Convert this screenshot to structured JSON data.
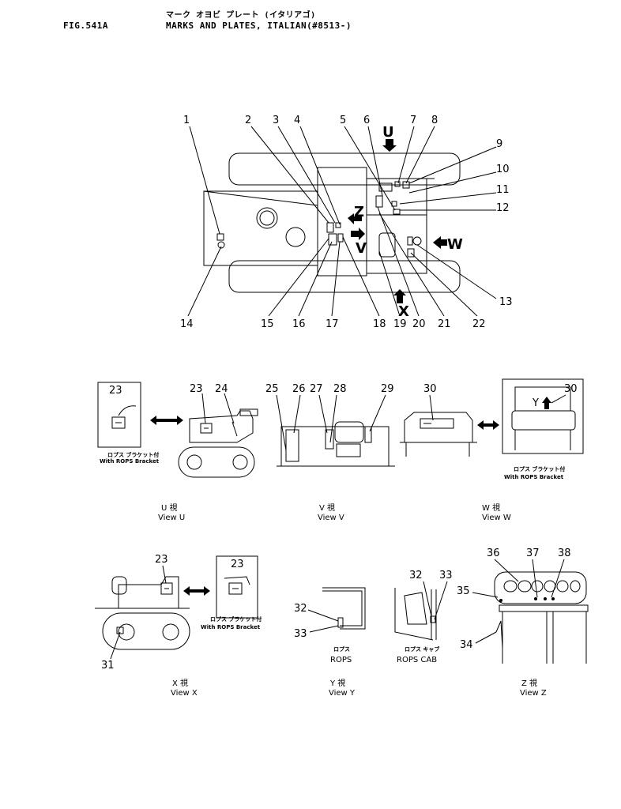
{
  "header": {
    "title_jp": "マーク オヨビ プレート (イタリアゴ)",
    "fig_label": "FIG.541A",
    "title_en": "MARKS AND PLATES, ITALIAN(#8513-)"
  },
  "arrows": {
    "u": "U",
    "z": "Z",
    "v": "V",
    "w": "W",
    "x": "X",
    "y": "Y"
  },
  "callouts": [
    "1",
    "2",
    "3",
    "4",
    "5",
    "6",
    "7",
    "8",
    "9",
    "10",
    "11",
    "12",
    "13",
    "14",
    "15",
    "16",
    "17",
    "18",
    "19",
    "20",
    "21",
    "22",
    "23",
    "24",
    "25",
    "26",
    "27",
    "28",
    "29",
    "30",
    "31",
    "32",
    "33",
    "34",
    "35",
    "36",
    "37",
    "38"
  ],
  "labels": {
    "rops_bracket_jp": "ロプス ブラケット付",
    "rops_bracket_en": "With ROPS Bracket",
    "rops_jp": "ロプス",
    "rops_en": "ROPS",
    "rops_cab_jp": "ロプス キャブ",
    "rops_cab_en": "ROPS CAB"
  },
  "views": {
    "u": {
      "jp": "U 視",
      "en": "View U"
    },
    "v": {
      "jp": "V 視",
      "en": "View V"
    },
    "w": {
      "jp": "W 視",
      "en": "View W"
    },
    "x": {
      "jp": "X 視",
      "en": "View X"
    },
    "y": {
      "jp": "Y 視",
      "en": "View Y"
    },
    "z": {
      "jp": "Z 視",
      "en": "View Z"
    }
  }
}
